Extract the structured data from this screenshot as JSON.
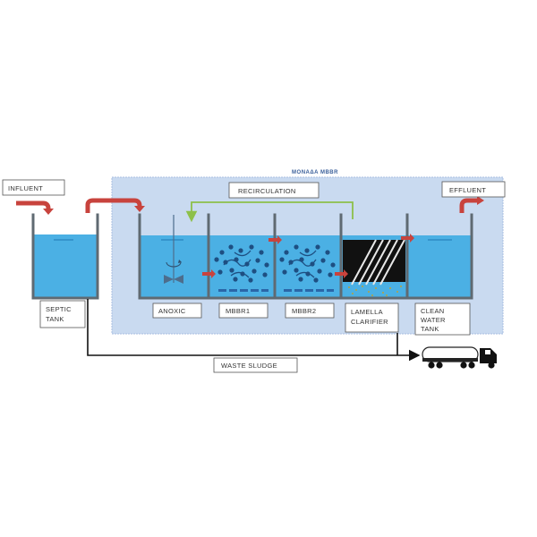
{
  "title": "MONAΔA MBBR",
  "labels": {
    "influent": "INFLUENT",
    "recirculation": "RECIRCULATION",
    "effluent": "EFFLUENT",
    "septic_tank_line1": "SEPTIC",
    "septic_tank_line2": "TANK",
    "anoxic": "ANOXIC",
    "mbbr1": "MBBR1",
    "mbbr2": "MBBR2",
    "lamella_line1": "LAMELLA",
    "lamella_line2": "CLARIFIER",
    "clean_line1": "CLEAN",
    "clean_line2": "WATER",
    "clean_line3": "TANK",
    "waste_sludge": "WASTE SLUDGE"
  },
  "colors": {
    "water": "#4bb0e4",
    "mbbr_panel": "#c9daf0",
    "recirculation_line": "#8dc04a",
    "flow_arrow": "#c8433d",
    "tank_wall": "#5f6a72",
    "media": "#1e4f82"
  },
  "icons": [
    "mixer-icon",
    "truck-icon",
    "lamella-plates-icon",
    "media-carrier-icon"
  ]
}
